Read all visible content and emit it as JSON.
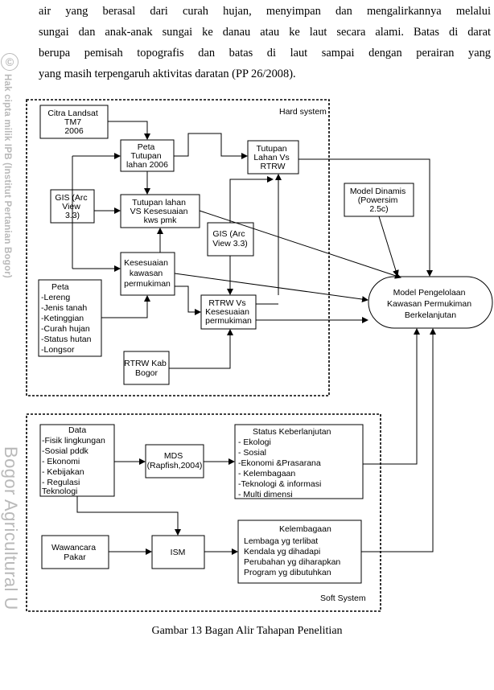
{
  "paragraph": {
    "lines": [
      "air yang berasal dari curah hujan, menyimpan dan mengalirkannya melalui",
      "sungai dan anak-anak sungai ke danau atau ke laut secara alami. Batas di darat",
      "berupa pemisah topografis  dan batas di laut sampai dengan perairan yang",
      "yang masih terpengaruh aktivitas daratan (PP 26/2008)."
    ]
  },
  "watermark": {
    "copyright_symbol": "©",
    "rights_text": "Hak cipta milik IPB (Institut Pertanian Bogor)",
    "university_text": "Bogor Agricultural U"
  },
  "diagram": {
    "hard_system_label": "Hard system",
    "soft_system_label": "Soft System",
    "citra": [
      "Citra Landsat",
      "TM7",
      "2006"
    ],
    "peta_tutupan": [
      "Peta",
      "Tutupan",
      "lahan 2006"
    ],
    "tutupan_rtrw": [
      "Tutupan",
      "Lahan Vs",
      "RTRW"
    ],
    "gis_left": [
      "GIS (Arc",
      "View",
      "3.3)"
    ],
    "tutupan_kesesuaian": [
      "Tutupan lahan",
      "VS Kesesuaian",
      "kws pmk"
    ],
    "gis_mid": [
      "GIS (Arc",
      "View 3.3)"
    ],
    "model_dinamis": [
      "Model Dinamis",
      "(Powersim",
      "2.5c)"
    ],
    "kesesuaian": [
      "Kesesuaian",
      "kawasan",
      "permukiman"
    ],
    "peta_list": [
      "Peta",
      "-Lereng",
      "-Jenis tanah",
      "-Ketinggian",
      "-Curah hujan",
      "-Status hutan",
      "-Longsor"
    ],
    "rtrw_kesesuaian": [
      "RTRW Vs",
      "Kesesuaian",
      "permukiman"
    ],
    "rtrw_kab": [
      "RTRW Kab",
      "Bogor"
    ],
    "model_pengelolaan": [
      "Model Pengelolaan",
      "Kawasan Permukiman",
      "Berkelanjutan"
    ],
    "data_list": [
      "Data",
      "-Fisik lingkungan",
      "-Sosial pddk",
      "- Ekonomi",
      "- Kebijakan",
      "- Regulasi",
      "  Teknologi"
    ],
    "mds": [
      "MDS",
      "(Rapfish,2004)"
    ],
    "status_list": [
      "Status Keberlanjutan",
      "- Ekologi",
      "- Sosial",
      "-Ekonomi &Prasarana",
      "- Kelembagaan",
      "-Teknologi & informasi",
      "- Multi dimensi"
    ],
    "wawancara": [
      "Wawancara",
      "Pakar"
    ],
    "ism": [
      "ISM"
    ],
    "kelembagaan_list": [
      "Kelembagaan",
      "Lembaga yg terlibat",
      "Kendala yg dihadapi",
      "Perubahan yg diharapkan",
      "Program yg dibutuhkan"
    ]
  },
  "caption": "Gambar 13  Bagan Alir Tahapan Penelitian"
}
